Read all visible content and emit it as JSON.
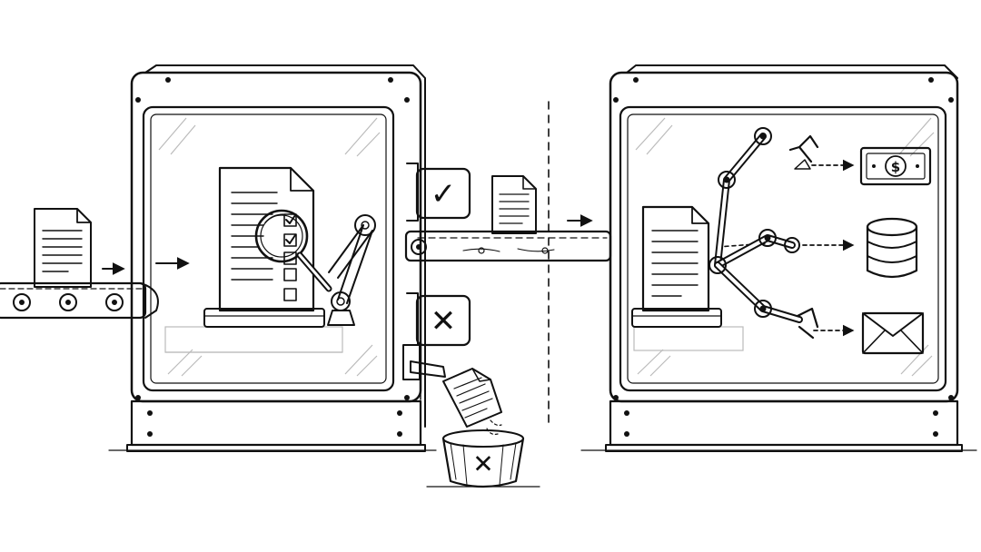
{
  "diagram": {
    "stages": [
      {
        "id": "inspection-machine",
        "role": "validation"
      },
      {
        "id": "processing-machine",
        "role": "routing"
      }
    ],
    "validation_outcomes": [
      {
        "symbol": "✓",
        "meaning": "accepted"
      },
      {
        "symbol": "✕",
        "meaning": "rejected"
      }
    ],
    "reject_bin_symbol": "✕",
    "outputs": [
      {
        "icon": "money-icon",
        "symbol": "$"
      },
      {
        "icon": "database-icon"
      },
      {
        "icon": "envelope-icon"
      }
    ]
  },
  "colors": {
    "ink": "#111111",
    "background": "#ffffff",
    "glass": "#bbbbbb"
  }
}
